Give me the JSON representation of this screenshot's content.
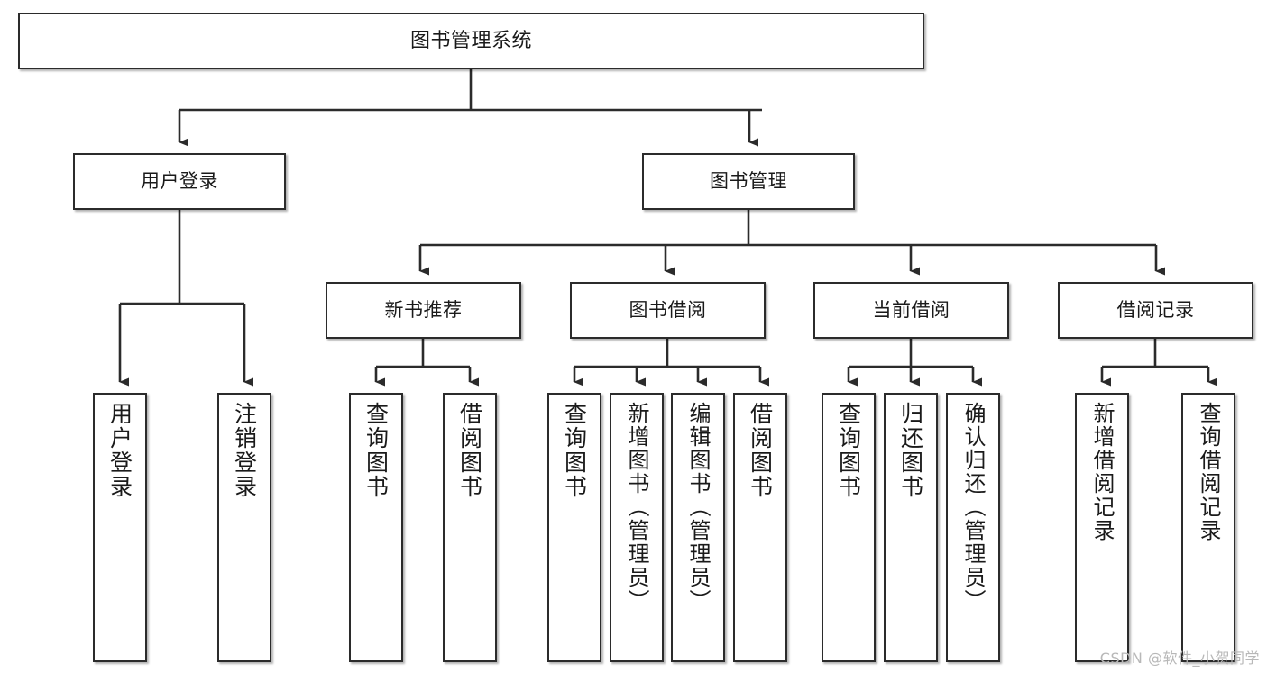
{
  "diagram": {
    "title": "图书管理系统",
    "type": "hierarchy-tree",
    "background_color": "#ffffff",
    "line_color": "#2b2b2b",
    "box_fill": "#ffffff",
    "levels": 4,
    "nodes": {
      "root": {
        "label": "图书管理系统"
      },
      "l1_user": {
        "label": "用户登录"
      },
      "l1_book": {
        "label": "图书管理"
      },
      "l2_newbook": {
        "label": "新书推荐"
      },
      "l2_borrow": {
        "label": "图书借阅"
      },
      "l2_current": {
        "label": "当前借阅"
      },
      "l2_record": {
        "label": "借阅记录"
      },
      "l3_login": {
        "label": "用户登录"
      },
      "l3_logout": {
        "label": "注销登录"
      },
      "l3_nb_query": {
        "label": "查询图书"
      },
      "l3_nb_borrow": {
        "label": "借阅图书"
      },
      "l3_bb_query": {
        "label": "查询图书"
      },
      "l3_bb_add": {
        "label": "新增图书（管理员）"
      },
      "l3_bb_edit": {
        "label": "编辑图书（管理员）"
      },
      "l3_bb_borrow": {
        "label": "借阅图书"
      },
      "l3_cb_query": {
        "label": "查询图书"
      },
      "l3_cb_return": {
        "label": "归还图书"
      },
      "l3_cb_confirm": {
        "label": "确认归还（管理员）"
      },
      "l3_rc_add": {
        "label": "新增借阅记录"
      },
      "l3_rc_query": {
        "label": "查询借阅记录"
      }
    }
  },
  "watermark": {
    "text": "CSDN @软件_小贺同学"
  }
}
